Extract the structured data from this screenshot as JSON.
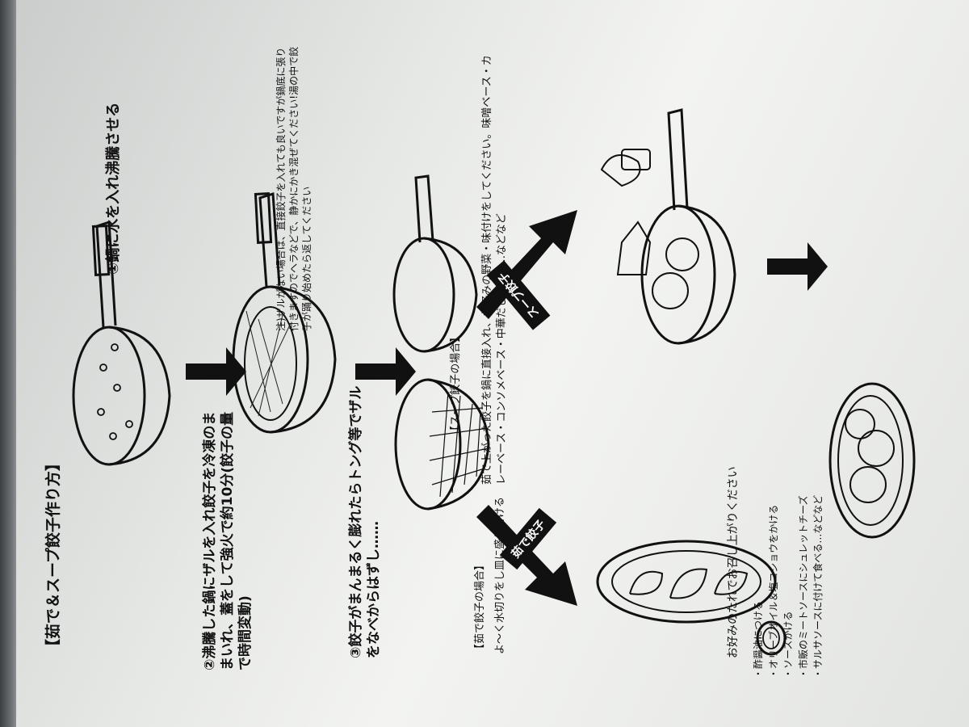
{
  "document": {
    "title": "【茹で＆スープ餃子作り方】",
    "step1": "①鍋に水を入れ沸騰させる",
    "step2": "②沸騰した鍋にザルを入れ餃子を冷凍のままいれ、蓋をして強火で約10分(餃子の量で時間変動)",
    "note": "注)ザルがない場合は、直接餃子を入れても良いですが鍋底に張り付きますのでヘラなどで、静かにかき混ぜてください!湯の中で餃子が踊り始めたら返してください",
    "step3": "③餃子がまんまるく膨れたらトング等でザルをなべからはずし……",
    "soup_case_heading": "【スープ餃子の場合】",
    "soup_case_body": "茹で上がった餃子を鍋に直接入れ、お好みの野菜・味付けをしてください。味噌ベース・カレーベース・コンソメベース・中華だしベース…などなど",
    "boil_case_heading": "【茹で餃子の場合】",
    "boil_case_body": "よ～く水切りをし皿に盛り付ける",
    "arrow_soup_label": "スープ餃子",
    "arrow_boil_label": "茹で餃子",
    "serve_text": "お好みのたれでお召し上がりください",
    "serve_examples": [
      "・酢醤油につける",
      "・オリーブオイル＆塩コショウをかける",
      "・ソースかける",
      "・市販のミートソースにシュレットチーズ",
      "・サルサソースに付けて食べる…などなど"
    ]
  }
}
